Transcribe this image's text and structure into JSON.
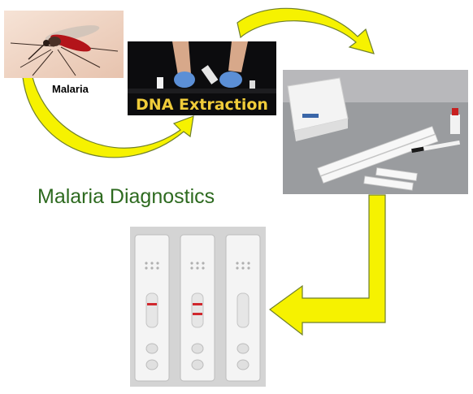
{
  "photos": {
    "mosquito_caption": "Malaria",
    "dna_caption": "DNA Extraction"
  },
  "title": "Malaria Diagnostics",
  "colors": {
    "arrow_fill": "#f6f200",
    "arrow_stroke": "#6f7f2c",
    "title": "#2d6a1f",
    "dna_text": "#f0cc3a"
  },
  "rapid_tests": [
    {
      "control_line": true,
      "test_line": false
    },
    {
      "control_line": true,
      "test_line": true
    },
    {
      "control_line": false,
      "test_line": false
    }
  ]
}
